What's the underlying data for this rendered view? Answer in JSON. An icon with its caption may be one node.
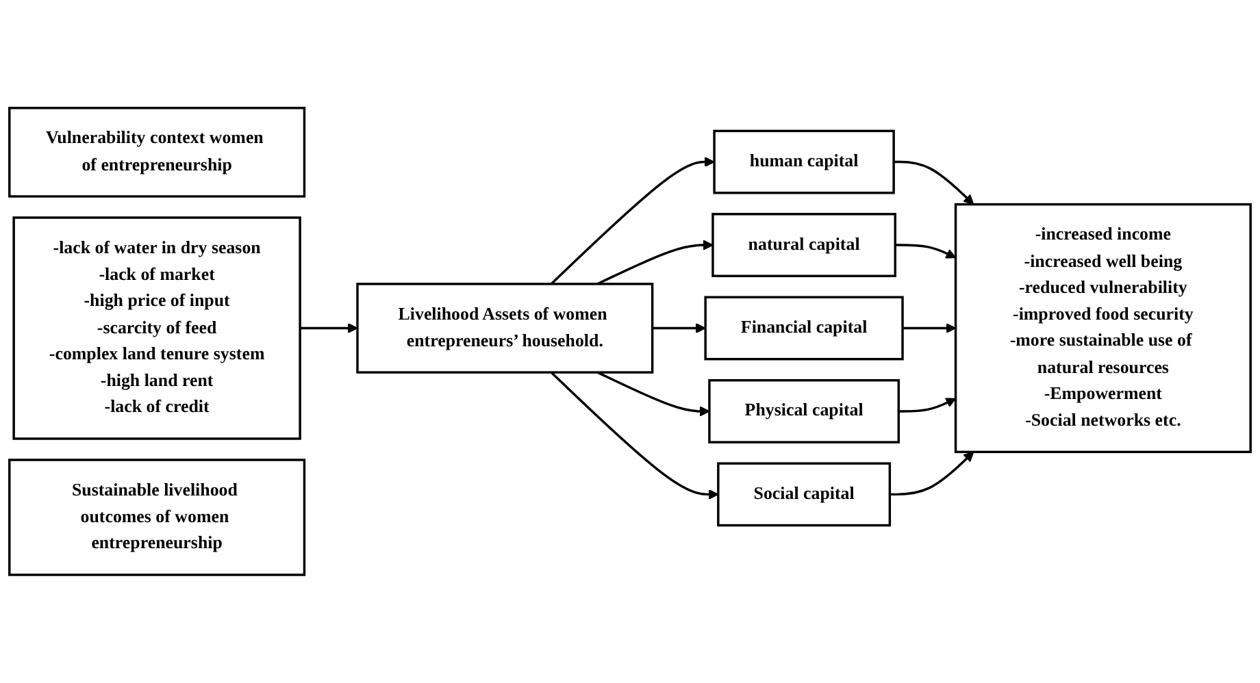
{
  "diagram": {
    "nodes": [
      {
        "text": [
          "Vulnerability context women of entrepreneurship"
        ]
      },
      {
        "text": [
          "-lack of water in dry season",
          "-lack of market",
          "-high price of input",
          "-scarcity of feed",
          "-complex land tenure system",
          "-high land rent",
          "-lack of credit"
        ]
      },
      {
        "text": [
          "Livelihood Assets of women entrepreneurs’ household."
        ]
      },
      {
        "text": [
          "human capital"
        ]
      },
      {
        "text": [
          "natural capital"
        ]
      },
      {
        "text": [
          "Financial capital"
        ]
      },
      {
        "text": [
          "Physical capital"
        ]
      },
      {
        "text": [
          "Social capital"
        ]
      },
      {
        "text": [
          "Sustainable livelihood outcomes of women entrepreneurship"
        ]
      },
      {
        "text": [
          "-increased income",
          "-increased well being",
          "-reduced vulnerability",
          "-improved food security",
          "-more sustainable use of natural resources",
          "-Empowerment",
          "-Social networks etc."
        ]
      }
    ],
    "edges": [
      {
        "from": 1,
        "to": 2,
        "arrow": "to"
      },
      {
        "from": 2,
        "to": 3,
        "arrow": "to"
      },
      {
        "from": 2,
        "to": 4,
        "arrow": "to"
      },
      {
        "from": 2,
        "to": 5,
        "arrow": "to"
      },
      {
        "from": 2,
        "to": 6,
        "arrow": "to"
      },
      {
        "from": 2,
        "to": 7,
        "arrow": "to"
      },
      {
        "from": 3,
        "to": 9,
        "arrow": "to"
      },
      {
        "from": 4,
        "to": 9,
        "arrow": "to"
      },
      {
        "from": 5,
        "to": 9,
        "arrow": "to"
      },
      {
        "from": 6,
        "to": 9,
        "arrow": "to"
      },
      {
        "from": 7,
        "to": 9,
        "arrow": "to"
      }
    ]
  }
}
